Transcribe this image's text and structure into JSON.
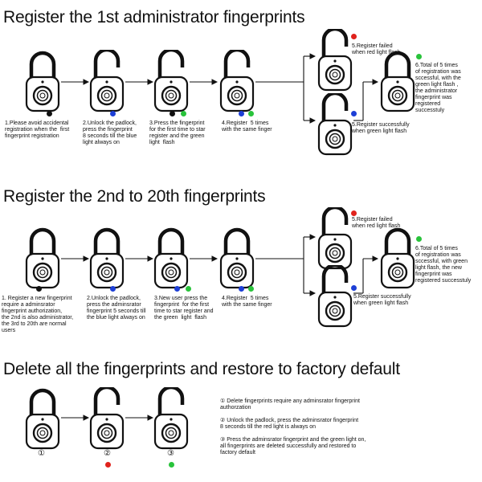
{
  "colors": {
    "black": "#111111",
    "blue": "#1d3fd6",
    "green": "#29c33b",
    "red": "#e0221c"
  },
  "sec1": {
    "title": "Register the 1st administrator fingerprints",
    "step1": "1.Please avoid accidental\nregistration when the  first\nfingerprint registration",
    "step2": "2.Unlock the padlock,\npress the fingerprint\n8 seconds till the blue\nlight always on",
    "step3": "3.Press the fingerprint\nfor the first time to star\nregister and the green\nlight  flash",
    "step4": "4.Register  5 times\nwith the same finger",
    "fail": "5.Register failed\nwhen red light flash",
    "success": "5.Register successfully\nwhen green light flash",
    "total": "6.Total of 5 times\nof registration was\nsccessful, with the\ngreen light flash ,\nthe administrator\nfingerprint was\nregistered\nsuccesstuly"
  },
  "sec2": {
    "title": "Register the 2nd to 20th fingerprints",
    "step1": "1. Register a new fingerprint\nrequire a adminsrator\nfingerprint authorization,\nthe 2nd is also administrator,\nthe 3rd to 20th are normal\nusers",
    "step2": "2.Unlock the padlock,\npress the adminsrator\nfingerprint 5 seconds till\nthe blue light always on",
    "step3": "3.New user press the\nfingerprint  for the first\ntime to star register and\nthe green  light  flash",
    "step4": "4.Register  5 times\nwith the same finger",
    "fail": "5.Register failed\nwhen red light flash",
    "success": "5.Register successfully\nwhen green light flash",
    "total": "6.Total of 5 times\nof registration was\nsccessful, with green\nlight flash, the new\nfingerprint was\nregistered successtuly"
  },
  "sec3": {
    "title": "Delete all the fingerprints and restore to factory default",
    "num1": "①",
    "num2": "②",
    "num3": "③",
    "note1": "① Delete fingerprints require any adminsrator fingerprint\nauthorzation",
    "note2": "② Unlock the padlock, press the adminsrator fingerprint\n8 seconds till the red light is always on",
    "note3": "③ Press the adminsrator fingerprint and the green light on,\nall fingerprints are deleted successfully and restored to\nfactory default"
  }
}
